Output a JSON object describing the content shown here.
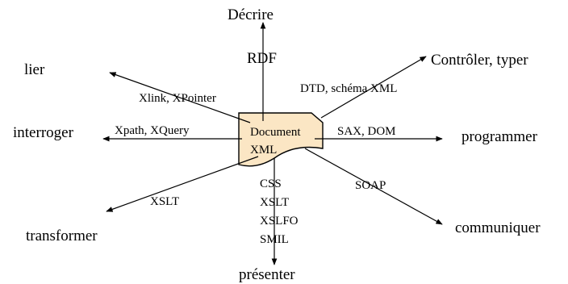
{
  "center": {
    "line1": "Document",
    "line2": "XML",
    "fill": "#fbe6c4"
  },
  "arrows": [
    {
      "id": "decrire",
      "target": "Décrire",
      "label": "RDF"
    },
    {
      "id": "controler",
      "target": "Contrôler, typer",
      "label": "DTD, schéma XML"
    },
    {
      "id": "lier",
      "target": "lier",
      "label": "Xlink, XPointer"
    },
    {
      "id": "interroger",
      "target": "interroger",
      "label": "Xpath, XQuery"
    },
    {
      "id": "programmer",
      "target": "programmer",
      "label": "SAX, DOM"
    },
    {
      "id": "transformer",
      "target": "transformer",
      "label": "XSLT"
    },
    {
      "id": "communiquer",
      "target": "communiquer",
      "label": "SOAP"
    },
    {
      "id": "presenter",
      "target": "présenter",
      "labels": [
        "CSS",
        "XSLT",
        "XSLFO",
        "SMIL"
      ]
    }
  ]
}
